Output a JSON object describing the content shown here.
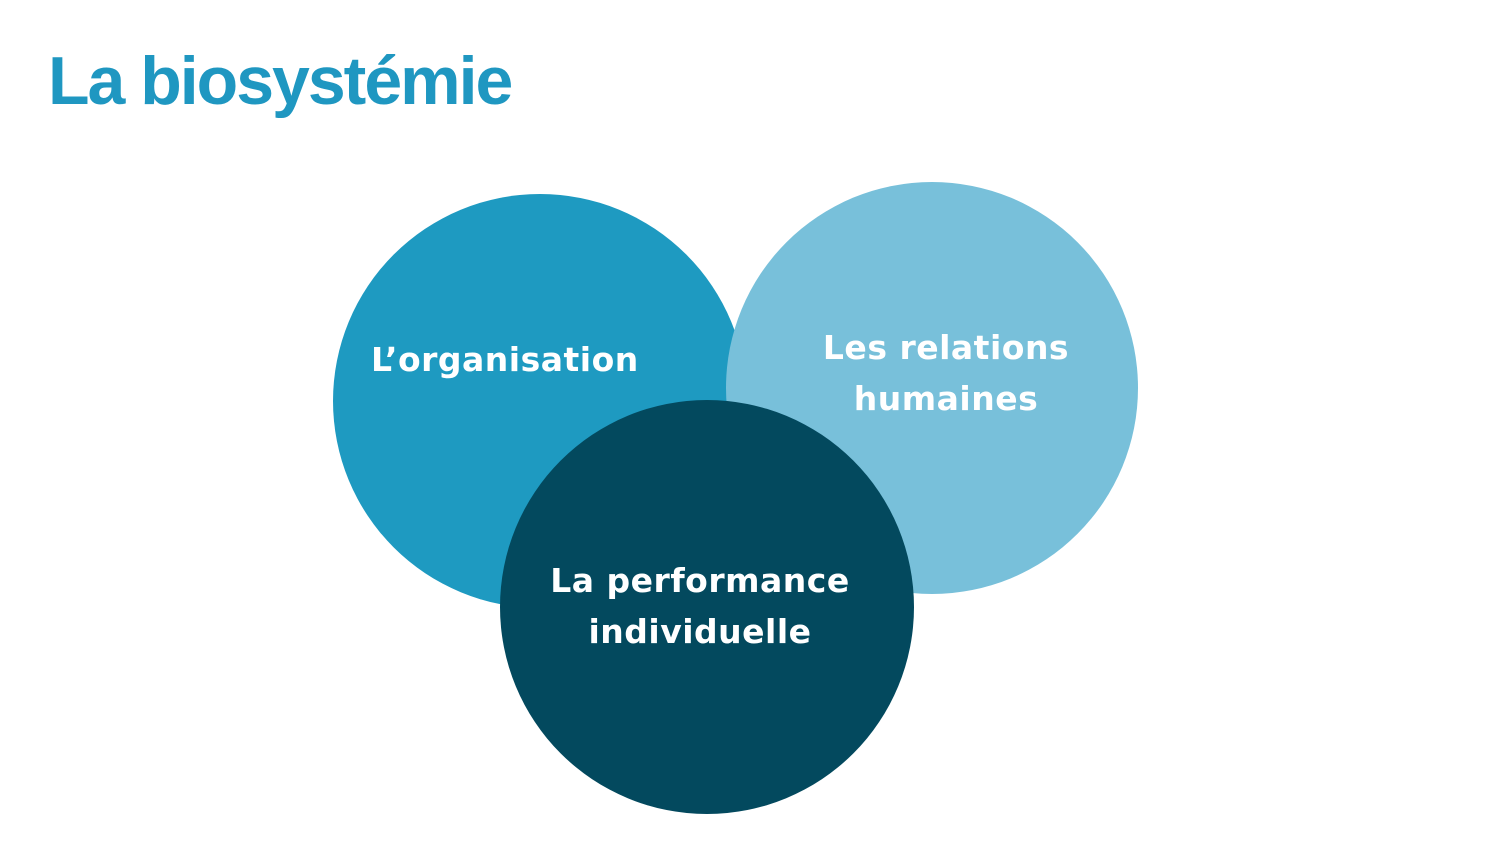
{
  "title": "La biosystémie",
  "circles": [
    {
      "label": "L’organisation",
      "color": "#1e9ac1"
    },
    {
      "label_line1": "Les relations",
      "label_line2": "humaines",
      "color": "#78c0da"
    },
    {
      "label_line1": "La performance",
      "label_line2": "individuelle",
      "color": "#03495e"
    }
  ]
}
